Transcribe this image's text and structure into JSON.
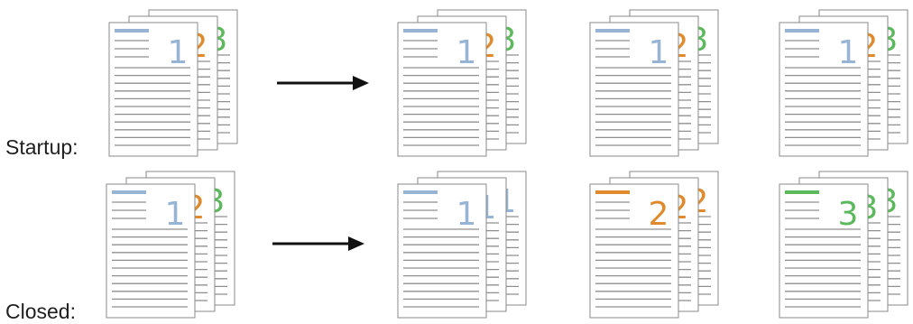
{
  "rows": [
    {
      "label": "Startup:",
      "before": {
        "pages": [
          {
            "num": "3",
            "color": "#5cb85c"
          },
          {
            "num": "2",
            "color": "#e08a2e"
          },
          {
            "num": "1",
            "color": "#98b4d4"
          }
        ]
      },
      "after": [
        {
          "pages": [
            {
              "num": "3",
              "color": "#5cb85c"
            },
            {
              "num": "2",
              "color": "#e08a2e"
            },
            {
              "num": "1",
              "color": "#98b4d4"
            }
          ]
        },
        {
          "pages": [
            {
              "num": "3",
              "color": "#5cb85c"
            },
            {
              "num": "2",
              "color": "#e08a2e"
            },
            {
              "num": "1",
              "color": "#98b4d4"
            }
          ]
        },
        {
          "pages": [
            {
              "num": "3",
              "color": "#5cb85c"
            },
            {
              "num": "2",
              "color": "#e08a2e"
            },
            {
              "num": "1",
              "color": "#98b4d4"
            }
          ]
        }
      ]
    },
    {
      "label": "Closed:",
      "before": {
        "pages": [
          {
            "num": "3",
            "color": "#5cb85c"
          },
          {
            "num": "2",
            "color": "#e08a2e"
          },
          {
            "num": "1",
            "color": "#98b4d4"
          }
        ]
      },
      "after": [
        {
          "pages": [
            {
              "num": "1",
              "color": "#98b4d4"
            },
            {
              "num": "1",
              "color": "#98b4d4"
            },
            {
              "num": "1",
              "color": "#98b4d4"
            }
          ]
        },
        {
          "pages": [
            {
              "num": "2",
              "color": "#e08a2e"
            },
            {
              "num": "2",
              "color": "#e08a2e"
            },
            {
              "num": "2",
              "color": "#e08a2e"
            }
          ]
        },
        {
          "pages": [
            {
              "num": "3",
              "color": "#5cb85c"
            },
            {
              "num": "3",
              "color": "#5cb85c"
            },
            {
              "num": "3",
              "color": "#5cb85c"
            }
          ]
        }
      ]
    }
  ],
  "colors": {
    "arrow": "#111111",
    "page_border": "#8a8a8a",
    "line": "#8f8f8f"
  }
}
